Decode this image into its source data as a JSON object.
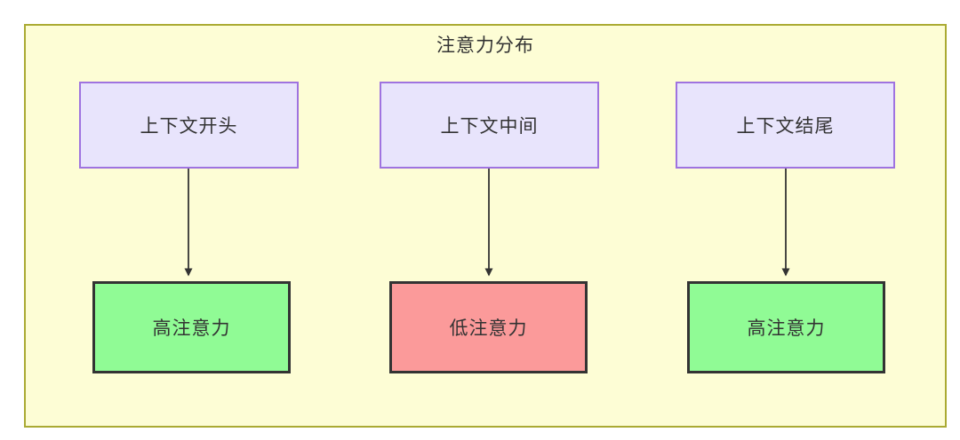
{
  "diagram": {
    "title": "注意力分布",
    "container": {
      "fill": "#fdfdd5",
      "border": "#aaaa33"
    },
    "palette": {
      "context_fill": "#e8e4fc",
      "context_border": "#9f73e0",
      "high_fill": "#90fb95",
      "low_fill": "#fb9a9a",
      "outcome_border": "#333333",
      "edge": "#333333",
      "text": "#333333"
    },
    "context_nodes": [
      {
        "label": "上下文开头"
      },
      {
        "label": "上下文中间"
      },
      {
        "label": "上下文结尾"
      }
    ],
    "outcome_nodes": [
      {
        "label": "高注意力",
        "level": "high"
      },
      {
        "label": "低注意力",
        "level": "low"
      },
      {
        "label": "高注意力",
        "level": "high"
      }
    ],
    "edges": [
      {
        "from": "上下文开头",
        "to": "高注意力"
      },
      {
        "from": "上下文中间",
        "to": "低注意力"
      },
      {
        "from": "上下文结尾",
        "to": "高注意力"
      }
    ]
  }
}
